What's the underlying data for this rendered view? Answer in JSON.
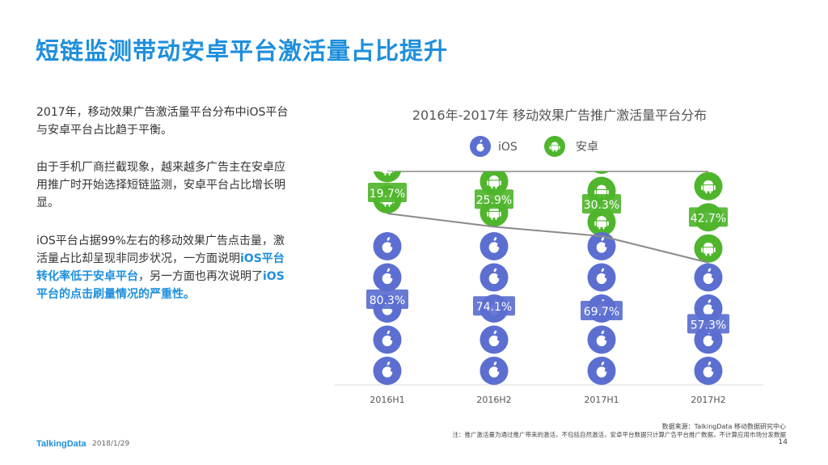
{
  "title": "短链监测带动安卓平台激活量占比提升",
  "paragraph1": "2017年，移动效果广告激活量平台分布中iOS平台与安卓平台占比趋于平衡。",
  "paragraph2": "由于手机厂商拦截现象，越来越多广告主在安卓应用推广时开始选择短链监测，安卓平台占比增长明显。",
  "paragraph3": {
    "t1": "iOS平台占据99%左右的移动效果广告点击量，激活量占比却呈现非同步状况，一方面说明",
    "h1": "iOS平台转化率低于安卓平台",
    "t2": "，另一方面也再次说明了",
    "h2": "iOS平台的点击刷量情况的严重性。"
  },
  "chart_data": {
    "type": "bar",
    "title": "2016年-2017年 移动效果广告推广激活量平台分布",
    "categories": [
      "2016H1",
      "2016H2",
      "2017H1",
      "2017H2"
    ],
    "series": [
      {
        "name": "iOS",
        "values": [
          80.3,
          74.1,
          69.7,
          57.3
        ],
        "color": "#5c6fd0",
        "labels": [
          "80.3%",
          "74.1%",
          "69.7%",
          "57.3%"
        ]
      },
      {
        "name": "安卓",
        "values": [
          19.7,
          25.9,
          30.3,
          42.7
        ],
        "color": "#4fb52c",
        "labels": [
          "19.7%",
          "25.9%",
          "30.3%",
          "42.7%"
        ]
      }
    ],
    "ylim": [
      0,
      100
    ],
    "stacked": true,
    "legend": "top-center",
    "icons": {
      "iOS": "apple-icon",
      "安卓": "android-icon"
    }
  },
  "footer": {
    "logo": "TalkingData",
    "date": "2018/1/29",
    "page": "14",
    "source": "数据来源：TalkingData 移动数据研究中心",
    "note": "注：推广激活量为通过推广带来的激活，不包括自然激活，安卓平台数据只计算广告平台推广数据，不计算应用市场分发数据"
  }
}
